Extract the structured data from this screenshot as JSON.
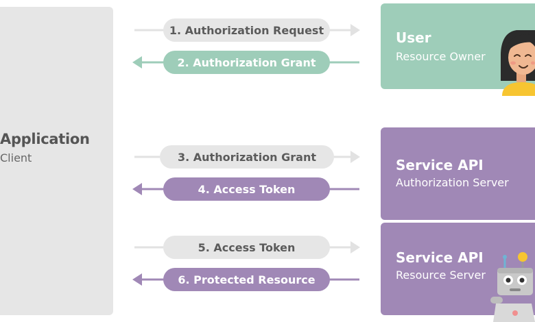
{
  "application": {
    "title": "Application",
    "subtitle": "Client"
  },
  "user": {
    "title": "User",
    "subtitle": "Resource Owner"
  },
  "auth_server": {
    "title": "Service API",
    "subtitle": "Authorization Server"
  },
  "resource_server": {
    "title": "Service API",
    "subtitle": "Resource Server"
  },
  "steps": [
    {
      "label": "1. Authorization Request"
    },
    {
      "label": "2. Authorization Grant"
    },
    {
      "label": "3. Authorization Grant"
    },
    {
      "label": "4. Access Token"
    },
    {
      "label": "5. Access Token"
    },
    {
      "label": "6. Protected Resource"
    }
  ],
  "colors": {
    "client_gray": "#e6e6e6",
    "user_green": "#9ecdb9",
    "service_purple": "#a088b6",
    "arrow_gray": "#e2e2e2"
  },
  "icons": [
    "woman-avatar-icon",
    "robot-icon"
  ]
}
